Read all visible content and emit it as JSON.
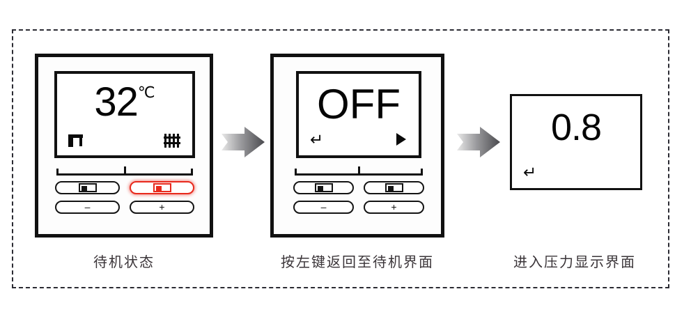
{
  "diagram": {
    "frame_style": "dashed",
    "frame_color": "#2b2b33",
    "background": "#ffffff"
  },
  "steps": [
    {
      "id": "standby",
      "device": "wall-controller",
      "display": {
        "main_value": "32",
        "unit": "℃",
        "icons": [
          "faucet-icon",
          "radiator-icon"
        ]
      },
      "keys": {
        "top_left": {
          "glyph": "screen-icon",
          "highlighted": false
        },
        "top_right": {
          "glyph": "screen-icon",
          "highlighted": true,
          "highlight_color": "#e8291c"
        },
        "bottom_left": {
          "label": "–",
          "highlighted": false
        },
        "bottom_right": {
          "label": "+",
          "highlighted": false
        }
      },
      "caption": "待机状态"
    },
    {
      "id": "off-screen",
      "device": "wall-controller",
      "display": {
        "main_value": "OFF",
        "unit": "",
        "icons": [
          "back-arrow-icon",
          "play-arrow-icon"
        ]
      },
      "keys": {
        "top_left": {
          "glyph": "screen-icon",
          "highlighted": false
        },
        "top_right": {
          "glyph": "screen-icon",
          "highlighted": false
        },
        "bottom_left": {
          "label": "–",
          "highlighted": false
        },
        "bottom_right": {
          "label": "+",
          "highlighted": false
        }
      },
      "caption": "按左键返回至待机界面"
    },
    {
      "id": "pressure-screen",
      "device": "display-only",
      "display": {
        "main_value": "0.8",
        "unit": "",
        "icons": [
          "back-arrow-icon"
        ]
      },
      "caption": "进入压力显示界面"
    }
  ],
  "arrows": [
    {
      "id": "arrow-1",
      "direction": "right",
      "style": "gradient-gray"
    },
    {
      "id": "arrow-2",
      "direction": "right",
      "style": "gradient-gray"
    }
  ]
}
